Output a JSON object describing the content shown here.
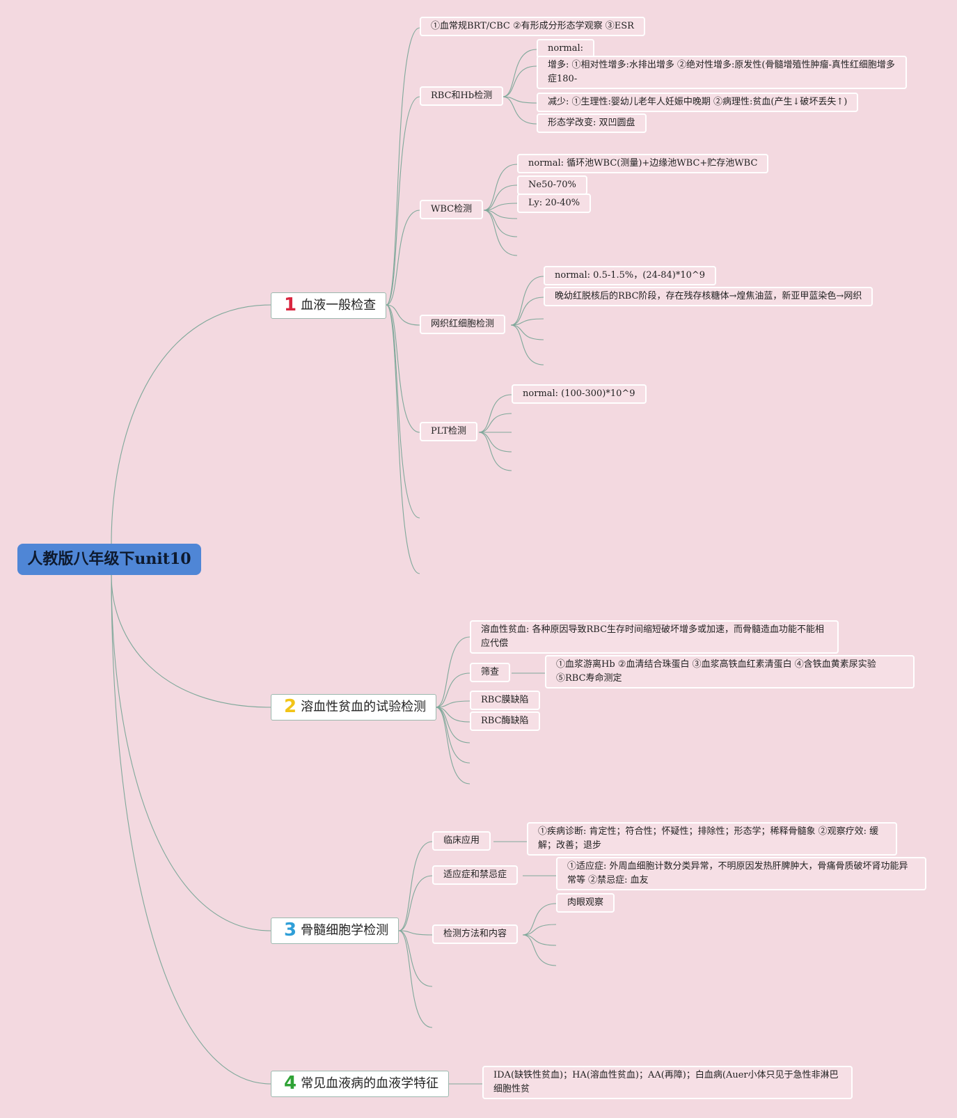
{
  "root": {
    "label": "人教版八年级下unit10"
  },
  "colors": {
    "background": "#f3d9e0",
    "root": "#4f86d6",
    "line": "#7fa89a",
    "num1": "#d9263f",
    "num2": "#f2c417",
    "num3": "#2f9fd8",
    "num4": "#2fa336"
  },
  "topic1": {
    "num": "1",
    "label": "血液一般检查",
    "item0": "①血常规BRT/CBC ②有形成分形态学观察 ③ESR",
    "rbc": {
      "label": "RBC和Hb检测",
      "normal": "normal:",
      "increase": "增多: ①相对性增多:水排出增多 ②绝对性增多:原发性(骨髓增殖性肿瘤-真性红细胞增多症180-",
      "decrease": "减少: ①生理性:婴幼儿老年人妊娠中晚期 ②病理性:贫血(产生↓破坏丢失↑)",
      "morph": "形态学改变: 双凹圆盘"
    },
    "wbc": {
      "label": "WBC检测",
      "normal": "normal: 循环池WBC(测量)+边缘池WBC+贮存池WBC",
      "ne": "Ne50-70%",
      "ly": "Ly: 20-40%"
    },
    "ret": {
      "label": "网织红细胞检测",
      "normal": "normal: 0.5-1.5%，(24-84)*10^9",
      "desc": "晚幼红脱核后的RBC阶段，存在残存核糖体→煌焦油蓝，新亚甲蓝染色→网织"
    },
    "plt": {
      "label": "PLT检测",
      "normal": "normal: (100-300)*10^9"
    }
  },
  "topic2": {
    "num": "2",
    "label": "溶血性贫血的试验检测",
    "def": "溶血性贫血: 各种原因导致RBC生存时间缩短破坏增多或加速，而骨髓造血功能不能相应代偿",
    "screen": {
      "label": "筛查",
      "detail": "①血浆游离Hb ②血清结合珠蛋白 ③血浆高铁血红素清蛋白 ④含铁血黄素尿实验 ⑤RBC寿命测定"
    },
    "membrane": "RBC膜缺陷",
    "enzyme": "RBC酶缺陷"
  },
  "topic3": {
    "num": "3",
    "label": "骨髓细胞学检测",
    "clinical": {
      "label": "临床应用",
      "detail": "①疾病诊断: 肯定性；符合性；怀疑性；排除性；形态学；稀释骨髓象 ②观察疗效: 缓解；改善；退步"
    },
    "indic": {
      "label": "适应症和禁忌症",
      "detail": "①适应症: 外周血细胞计数分类异常，不明原因发热肝脾肿大，骨痛骨质破坏肾功能异常等 ②禁忌症: 血友"
    },
    "method": {
      "label": "检测方法和内容",
      "gross": "肉眼观察"
    }
  },
  "topic4": {
    "num": "4",
    "label": "常见血液病的血液学特征",
    "detail": "IDA(缺铁性贫血)；HA(溶血性贫血)；AA(再障)；白血病(Auer小体只见于急性非淋巴细胞性贫"
  }
}
